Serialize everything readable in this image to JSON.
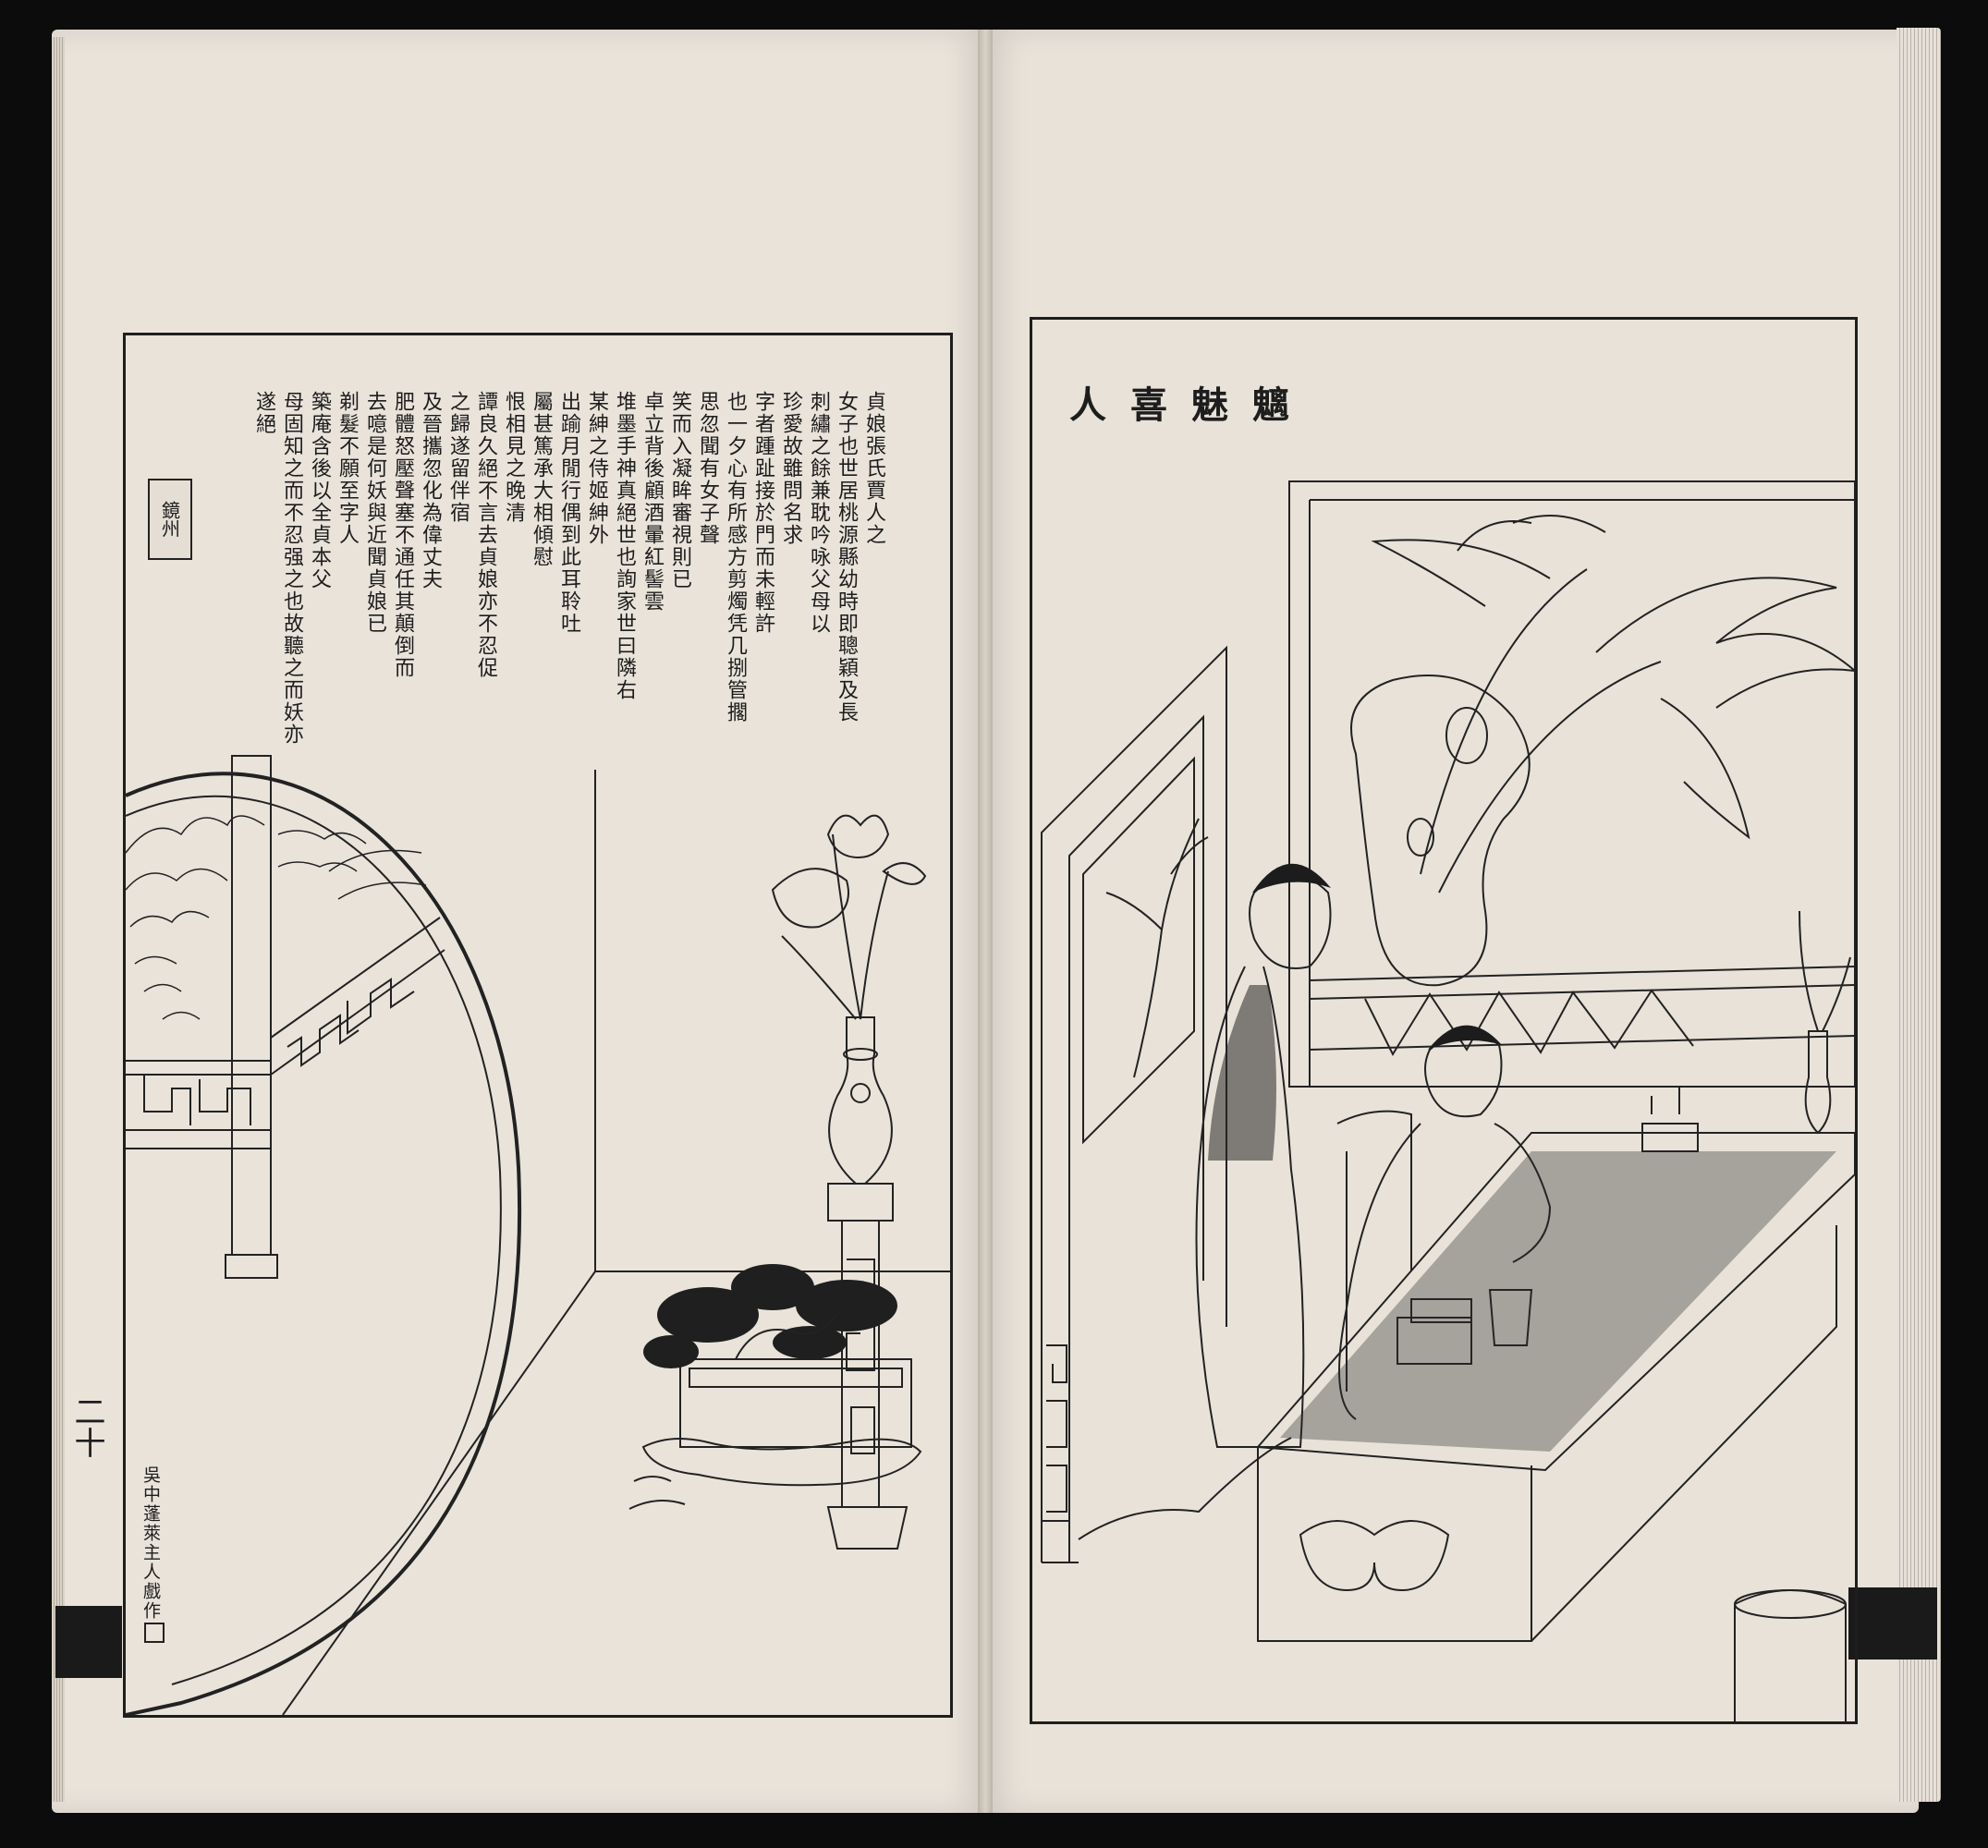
{
  "book": {
    "left_page": {
      "poem_columns": [
        "貞娘張氏賈人之",
        "女子也世居桃源縣幼時即聰穎及長",
        "刺繡之餘兼耽吟咏父母以",
        "珍愛故雖問名求",
        "字者踵趾接於門而未輕許",
        "也一夕心有所感方剪燭凭几捌管擱",
        "思忽聞有女子聲",
        "笑而入凝眸審視則已",
        "卓立背後顧酒暈紅髻雲",
        "堆墨手神真絕世也詢家世曰隣右",
        "某紳之侍姬紳外",
        "出踰月閒行偶到此耳聆吐",
        "屬甚篤承大相傾慰",
        "恨相見之晚清",
        "譚良久絕不言去貞娘亦不忍促",
        "之歸遂留伴宿",
        "及晉攜忽化為偉丈夫",
        "肥體怒壓聲塞不通任其顛倒而",
        "去噫是何妖與近聞貞娘已",
        "剃髮不願至字人",
        "築庵含後以全貞本父",
        "母固知之而不忍强之也故聽之而妖亦",
        "遂絕"
      ],
      "seal_text": "鏡州",
      "page_number": "二十",
      "signature": "吳中蓬萊主人戲作"
    },
    "right_page": {
      "title": "魑魅喜人"
    }
  }
}
